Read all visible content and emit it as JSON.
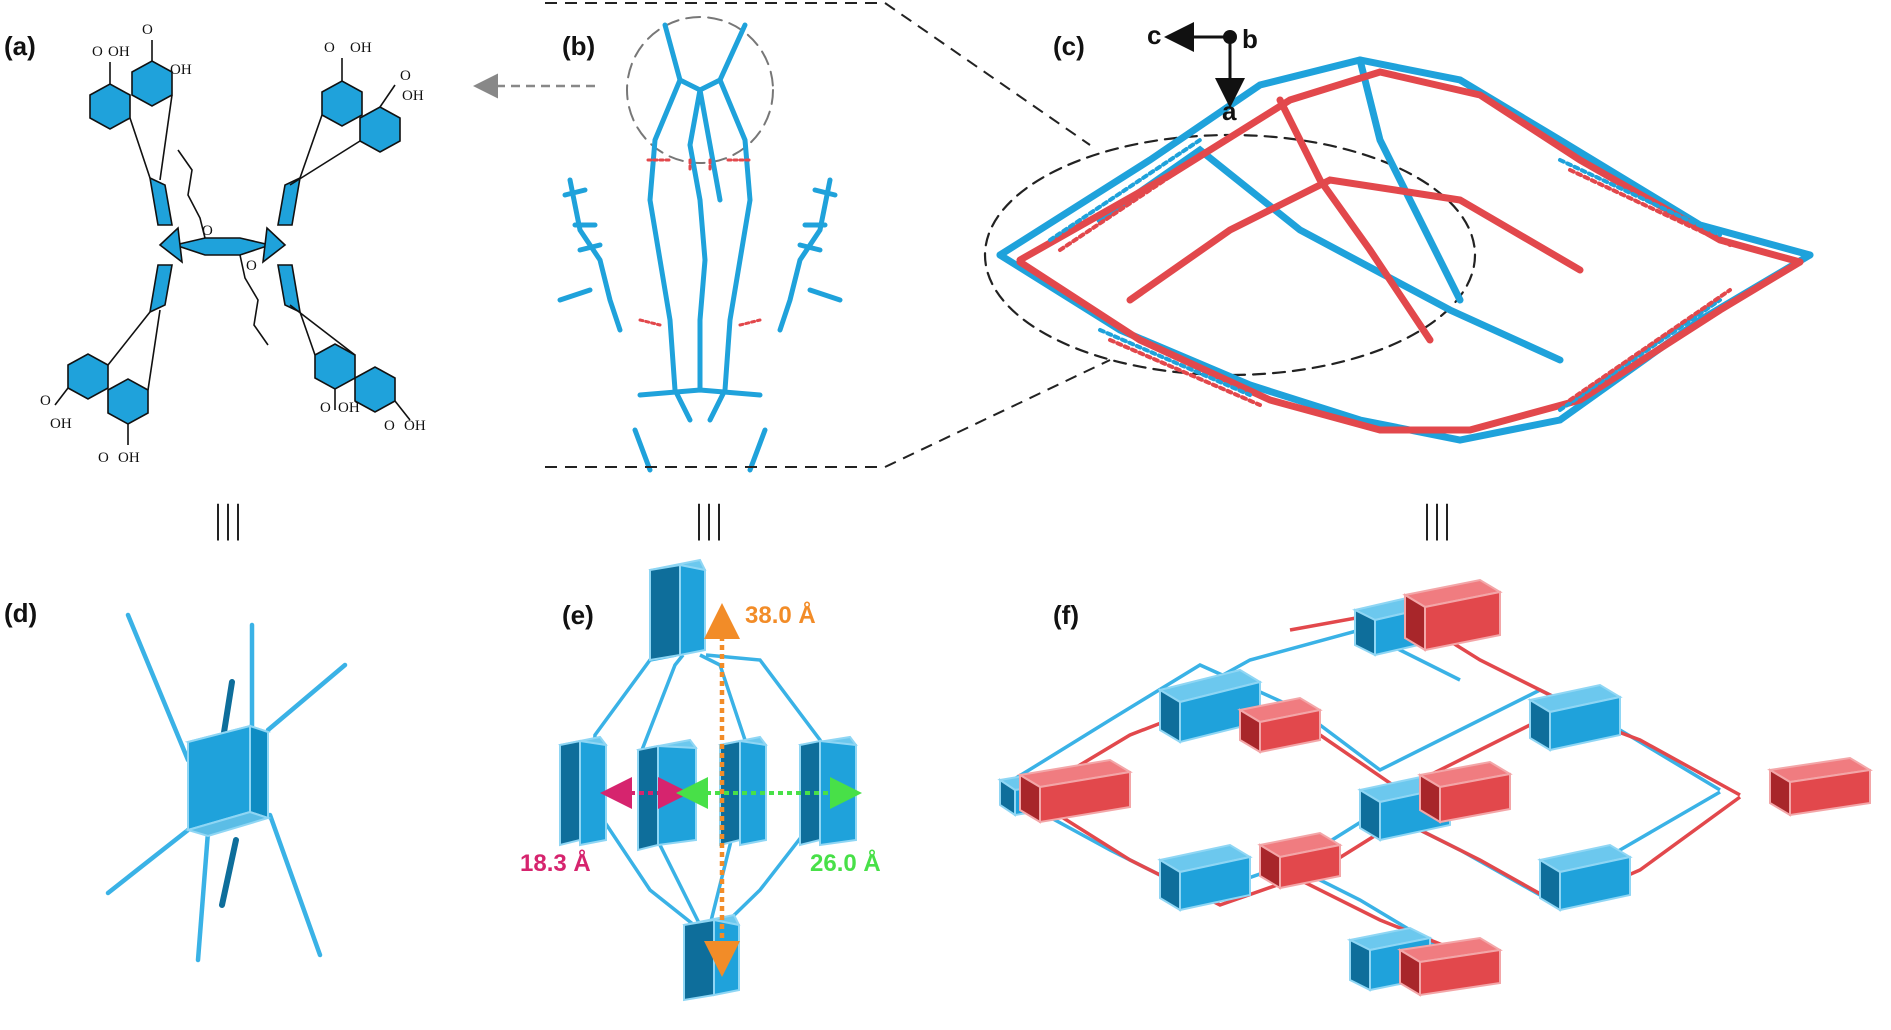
{
  "panels": {
    "a": {
      "label": "(a)",
      "groups": [
        "O",
        "OH",
        "O",
        "OH",
        "O",
        "OH",
        "O",
        "OH",
        "O",
        "OH",
        "O",
        "OH",
        "O",
        "OH",
        "O",
        "OH",
        "O",
        "O"
      ]
    },
    "b": {
      "label": "(b)"
    },
    "c": {
      "label": "(c)",
      "axes": {
        "c": "c",
        "b": "b",
        "a": "a"
      }
    },
    "d": {
      "label": "(d)"
    },
    "e": {
      "label": "(e)",
      "measurements": {
        "vertical": "38.0 Å",
        "short": "18.3 Å",
        "long": "26.0 Å"
      }
    },
    "f": {
      "label": "(f)"
    }
  },
  "equivalence_symbol": "|||",
  "colors": {
    "blue": "#1FA2DB",
    "blue_dark": "#0E6E9B",
    "red": "#E2484C",
    "red_dark": "#A8262A",
    "orange": "#F28C28",
    "magenta": "#D6246E",
    "green": "#48E048",
    "gray": "#888888"
  }
}
